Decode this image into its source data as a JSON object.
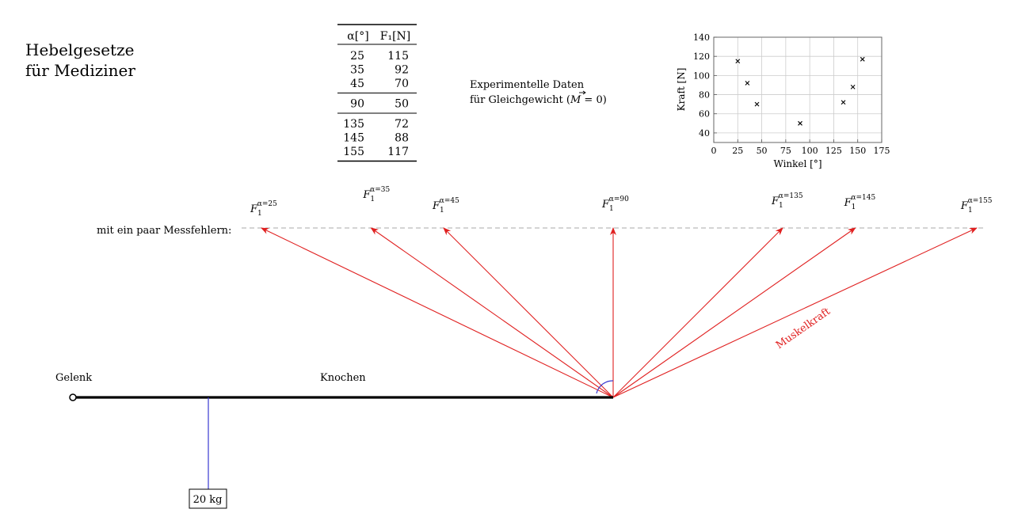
{
  "title": {
    "line1": "Hebelgesetze",
    "line2": "für Mediziner"
  },
  "table": {
    "header": [
      "α[°]",
      "F₁[N]"
    ],
    "groups": [
      [
        [
          "25",
          "115"
        ],
        [
          "35",
          "92"
        ],
        [
          "45",
          "70"
        ]
      ],
      [
        [
          "90",
          "50"
        ]
      ],
      [
        [
          "135",
          "72"
        ],
        [
          "145",
          "88"
        ],
        [
          "155",
          "117"
        ]
      ]
    ]
  },
  "caption": {
    "line1": "Experimentelle Daten",
    "line2_prefix": "für Gleichgewicht (",
    "line2_math": "M",
    "line2_suffix": " = 0)"
  },
  "chart_data": {
    "type": "scatter",
    "x": [
      25,
      35,
      45,
      90,
      135,
      145,
      155
    ],
    "y": [
      115,
      92,
      70,
      50,
      72,
      88,
      117
    ],
    "xlabel": "Winkel [°]",
    "ylabel": "Kraft [N]",
    "xlim": [
      0,
      175
    ],
    "ylim": [
      30,
      140
    ],
    "xticks": [
      0,
      25,
      50,
      75,
      100,
      125,
      150,
      175
    ],
    "yticks": [
      40,
      60,
      80,
      100,
      120,
      140
    ],
    "grid": true,
    "marker": "×"
  },
  "diagram": {
    "measure_label": "mit ein paar Messfehlern:",
    "joint_label": "Gelenk",
    "bone_label": "Knochen",
    "muscle_label": "Muskelkraft",
    "weight_label": "20 kg",
    "force_symbol": "F",
    "force_subscript": "1",
    "forces": [
      {
        "alpha": 25,
        "sup": "α=25"
      },
      {
        "alpha": 35,
        "sup": "α=35"
      },
      {
        "alpha": 45,
        "sup": "α=45"
      },
      {
        "alpha": 90,
        "sup": "α=90"
      },
      {
        "alpha": 135,
        "sup": "α=135"
      },
      {
        "alpha": 145,
        "sup": "α=145"
      },
      {
        "alpha": 155,
        "sup": "α=155"
      }
    ],
    "colors": {
      "force": "#e02020",
      "weight": "#3a3ad0",
      "bone": "#000000",
      "dashed": "#aaaaaa"
    }
  }
}
